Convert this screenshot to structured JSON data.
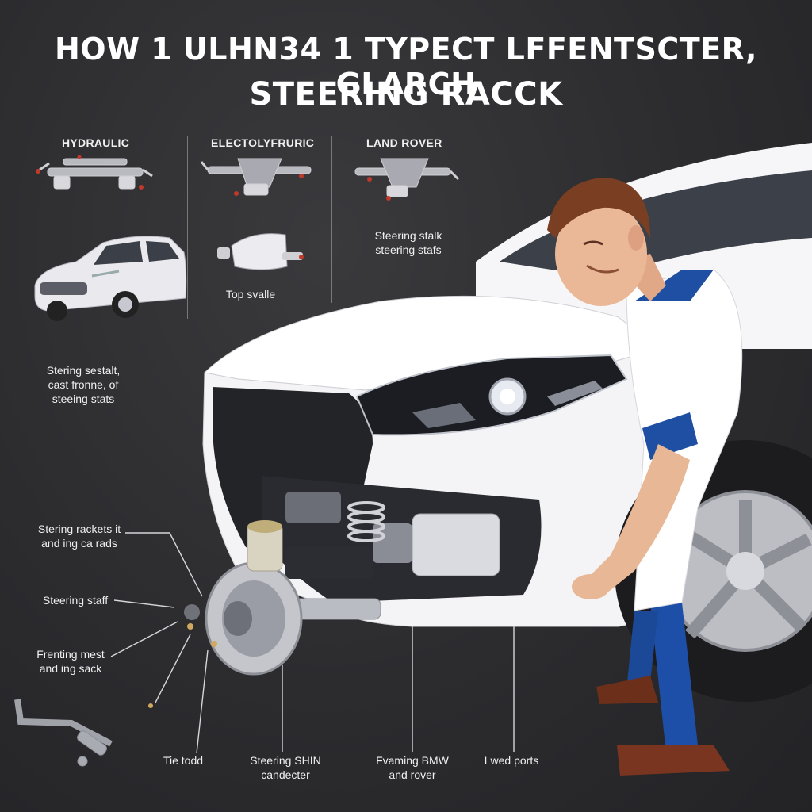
{
  "header": {
    "title_line1": "HOW 1 ULHN34 1 TYPECT LFFENTSCTER, GLARCH",
    "title_line2": "STEERING RACCK"
  },
  "columns": {
    "hydraulic": "HYDRAULIC",
    "electric": "ELECTOLYFRURIC",
    "land_rover": "LAND ROVER"
  },
  "labels": {
    "top_evalle": "Top svalle",
    "steering_stalk": "Steering stalk\nsteering stafs",
    "steering_sestalt": "Stering sestalt,\ncast fronne, of\nsteeing stats",
    "steering_rackets": "Stering rackets it\nand ing ca rads",
    "steering_staff": "Steering staff",
    "frenting_mest": "Frenting mest\nand ing sack",
    "tie_todd": "Tie todd",
    "steering_shin": "Steering SHIN\ncandecter",
    "framing_bmw": "Fvaming BMW\nand rover",
    "lwed_ports": "Lwed ports"
  },
  "colors": {
    "background": "#2c2c2f",
    "car_body": "#f4f4f4",
    "shirt_blue": "#1f4fa3",
    "pants_blue": "#1e4fa8",
    "hair": "#7a3f22"
  }
}
